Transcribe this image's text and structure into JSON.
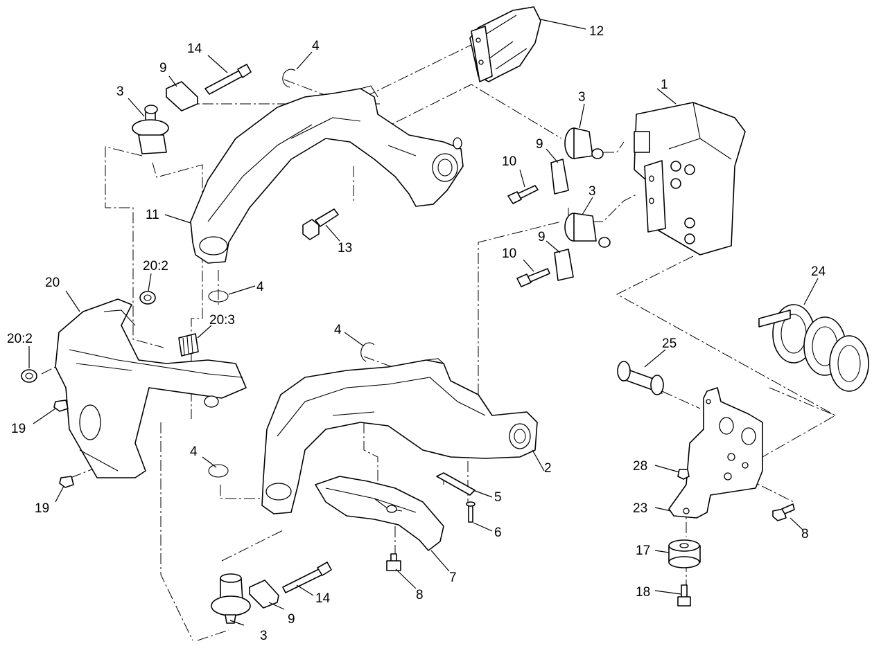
{
  "callouts": {
    "c1": "1",
    "c2": "2",
    "c3_top_left": "3",
    "c3_upper_right": "3",
    "c3_mid_right": "3",
    "c3_bottom": "3",
    "c4_top": "4",
    "c4_mid_left": "4",
    "c4_center": "4",
    "c4_bottom_left": "4",
    "c5": "5",
    "c6": "6",
    "c7": "7",
    "c8_center": "8",
    "c8_right": "8",
    "c9_top_left": "9",
    "c9_upper_right": "9",
    "c9_mid_right": "9",
    "c9_bottom": "9",
    "c10_upper": "10",
    "c10_lower": "10",
    "c11": "11",
    "c12": "12",
    "c13": "13",
    "c14_top": "14",
    "c14_bottom": "14",
    "c17": "17",
    "c18": "18",
    "c19_upper": "19",
    "c19_lower": "19",
    "c20": "20",
    "c20_2_upper": "20:2",
    "c20_2_left": "20:2",
    "c20_3": "20:3",
    "c23": "23",
    "c24": "24",
    "c25": "25",
    "c28": "28"
  }
}
